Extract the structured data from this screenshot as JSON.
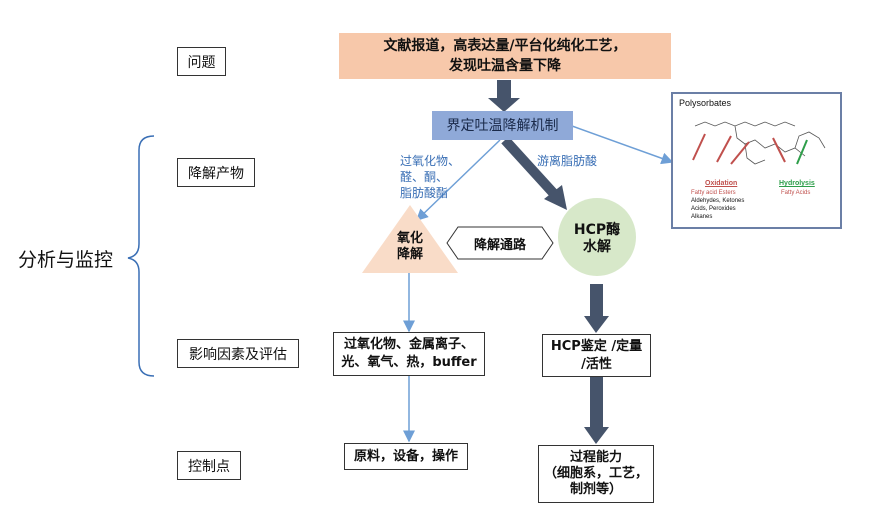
{
  "left_labels": {
    "problem": "问题",
    "degradation_products": "降解产物",
    "influence_factors": "影响因素及评估",
    "control_points": "控制点",
    "analysis_monitoring": "分析与监控"
  },
  "top_box": {
    "text": "文献报道，高表达量/平台化纯化工艺，\n发现吐温含量下降"
  },
  "mechanism": {
    "text": "界定吐温降解机制"
  },
  "edges": {
    "oxidation_products": "过氧化物、\n醛、酮、\n脂肪酸酯",
    "free_fatty_acid": "游离脂肪酸"
  },
  "oxidation": {
    "text": "氧化\n降解"
  },
  "pathway": {
    "text": "降解通路"
  },
  "hcp": {
    "text": "HCP酶\n水解"
  },
  "factor_box": {
    "text": "过氧化物、金属离子、\n光、氧气、热，buffer"
  },
  "hcp_box": {
    "text": "HCP鉴定 /定量\n/活性"
  },
  "material_box": {
    "text": "原料，设备，操作"
  },
  "process_box": {
    "text": "过程能力\n（细胞系，工艺，\n制剂等）"
  },
  "inset": {
    "title": "Polysorbates",
    "oxidation_label": "Oxidation",
    "oxidation_sub1": "Fatty acid Esters",
    "oxidation_sub2": "Aldehydes, Ketones",
    "oxidation_sub3": "Acids, Peroxides",
    "oxidation_sub4": "Alkanes",
    "hydrolysis_label": "Hydrolysis",
    "hydrolysis_sub": "Fatty Acids"
  },
  "colors": {
    "top_box": "#f7c8aa",
    "mechanism": "#8fa9d8",
    "oxidation_triangle": "#f9dcc8",
    "hcp_circle": "#d7e8c9",
    "thick_arrow": "#46546b",
    "thin_arrow": "#6e9fd6",
    "oxidation_red": "#c0504d",
    "hydrolysis_green": "#2e9e4a"
  }
}
